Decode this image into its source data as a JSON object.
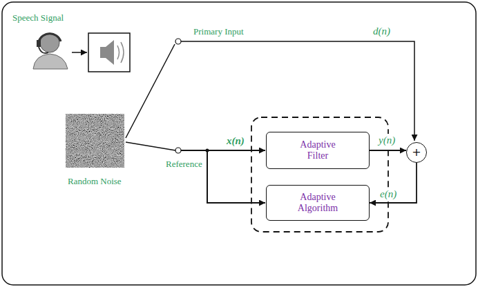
{
  "diagram": {
    "nodes": [
      {
        "text": [
          "Adaptive Filter"
        ]
      },
      {
        "text": [
          "Adaptive Algorithm"
        ]
      },
      {
        "text": [
          "+"
        ]
      }
    ],
    "edges": [
      {
        "from": 0,
        "to": 2,
        "arrow": "to",
        "label": "y(n)"
      },
      {
        "from": 2,
        "to": 1,
        "arrow": "to",
        "label": "e(n)"
      }
    ],
    "labels": [
      "Speech Signal",
      "Primary Input",
      "d(n)",
      "Random Noise",
      "x(n)",
      "Reference"
    ]
  }
}
